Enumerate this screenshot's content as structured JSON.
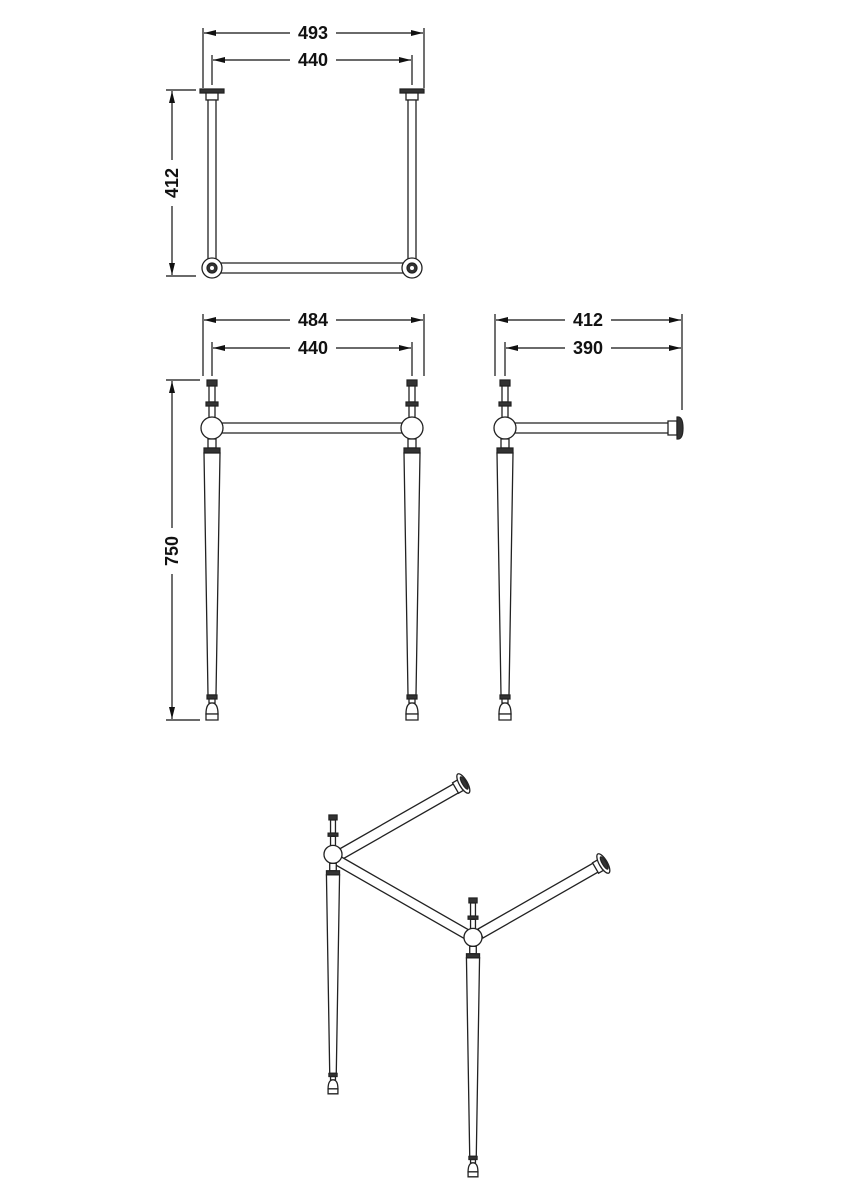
{
  "top_view": {
    "overall_width": "493",
    "leg_centres": "440",
    "depth": "412"
  },
  "front_view": {
    "overall_width": "484",
    "leg_centres": "440",
    "height": "750"
  },
  "side_view": {
    "overall_depth": "412",
    "rail_length": "390"
  },
  "colors": {
    "line": "#222222",
    "background": "#ffffff"
  }
}
